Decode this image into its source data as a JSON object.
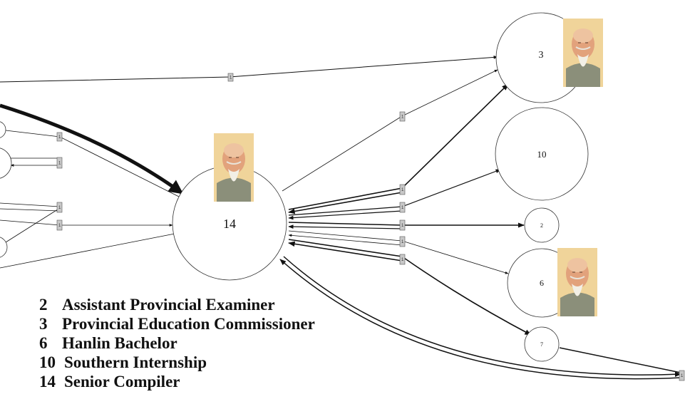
{
  "nodes": [
    {
      "id": "n3",
      "label": "3",
      "portrait": true
    },
    {
      "id": "n10",
      "label": "10",
      "portrait": false
    },
    {
      "id": "n2",
      "label": "2",
      "portrait": false
    },
    {
      "id": "n6",
      "label": "6",
      "portrait": true
    },
    {
      "id": "n7",
      "label": "7",
      "portrait": false
    },
    {
      "id": "n14",
      "label": "14",
      "portrait": true
    }
  ],
  "edge_label_symbol": "1",
  "legend": [
    {
      "num": "2",
      "text": "Assistant Provincial Examiner"
    },
    {
      "num": "3",
      "text": "Provincial Education Commissioner"
    },
    {
      "num": "6",
      "text": "Hanlin Bachelor"
    },
    {
      "num": "10",
      "text": "Southern Internship"
    },
    {
      "num": "14",
      "text": "Senior Compiler"
    }
  ],
  "colors": {
    "portrait_bg": "#f0d49a",
    "skin": "#e2a27c",
    "robe": "#8b8f7a",
    "beard": "#f2efe6"
  }
}
